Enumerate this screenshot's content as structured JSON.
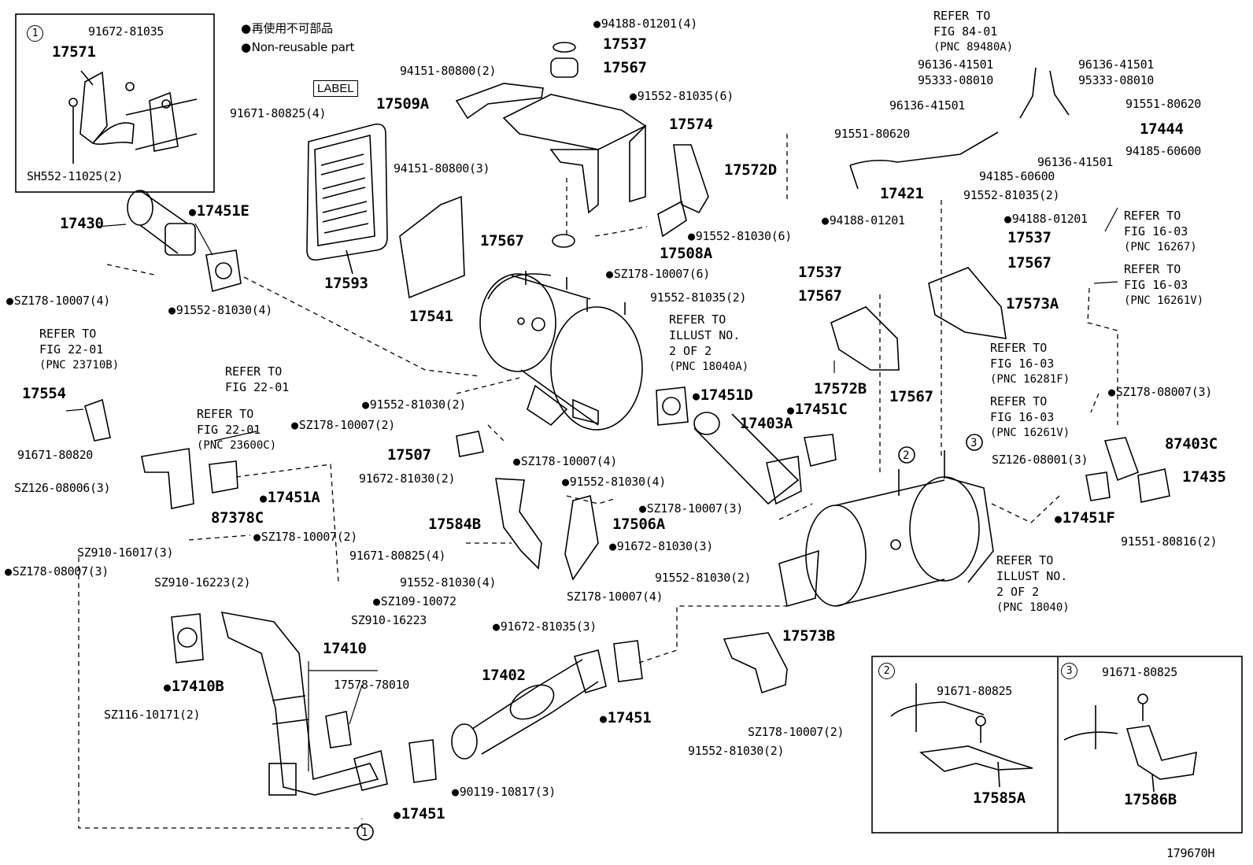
{
  "legend": {
    "jp": "再使用不可部品",
    "en": "Non-reusable part"
  },
  "footer_code": "179670H",
  "label_tag": "LABEL",
  "circle_markers": {
    "one": "1",
    "two": "2",
    "three": "3"
  },
  "labels": {
    "p91672_81035": "91672-81035",
    "p17571": "17571",
    "psh552": "SH552-11025(2)",
    "p94188_top": "94188-01201(4)",
    "p17537_top": "17537",
    "p17567_top": "17567",
    "p94151_2": "94151-80800(2)",
    "p17509A": "17509A",
    "p91552_81035_6": "91552-81035(6)",
    "p91671_80825_4": "91671-80825(4)",
    "p17574": "17574",
    "p17572D": "17572D",
    "p94151_3": "94151-80800(3)",
    "p17430": "17430",
    "p17451E": "17451E",
    "p17593": "17593",
    "p17567_mid": "17567",
    "p17508A": "17508A",
    "p91552_81030_6": "91552-81030(6)",
    "psz178_4": "SZ178-10007(4)",
    "p91552_81030_4a": "91552-81030(4)",
    "p17541": "17541",
    "psz178_6": "SZ178-10007(6)",
    "p17554": "17554",
    "p91671_80820": "91671-80820",
    "p91552_81030_2a": "91552-81030(2)",
    "psz178_2a": "SZ178-10007(2)",
    "p17451D": "17451D",
    "p17403A": "17403A",
    "p17451C": "17451C",
    "p17507": "17507",
    "psz178_4b": "SZ178-10007(4)",
    "p91672_81030_2": "91672-81030(2)",
    "p91552_81030_4b": "91552-81030(4)",
    "psz126_3": "SZ126-08006(3)",
    "p17451A": "17451A",
    "p87378C": "87378C",
    "p17584B": "17584B",
    "p17506A": "17506A",
    "psz178_3a": "SZ178-10007(3)",
    "psz910_3": "SZ910-16017(3)",
    "psz178_2b": "SZ178-10007(2)",
    "psz178_08007_3": "SZ178-08007(3)",
    "p91671_80825_4b": "91671-80825(4)",
    "p91672_81030_3": "91672-81030(3)",
    "p91552_81030_4c": "91552-81030(4)",
    "psz178_4c": "SZ178-10007(4)",
    "psz910_16223_2": "SZ910-16223(2)",
    "psz109": "SZ109-10072",
    "psz910_16223": "SZ910-16223",
    "p91552_81030_2b": "91552-81030(2)",
    "p17410": "17410",
    "p17578": "17578-78010",
    "p91672_81035_3": "91672-81035(3)",
    "p17402": "17402",
    "p17573B": "17573B",
    "p17410B": "17410B",
    "psz116": "SZ116-10171(2)",
    "p17451_a": "17451",
    "psz178_2c": "SZ178-10007(2)",
    "p91552_81030_2c": "91552-81030(2)",
    "p90119": "90119-10817(3)",
    "p17451_b": "17451",
    "p96136_a": "96136-41501",
    "p96136_b": "96136-41501",
    "p95333_a": "95333-08010",
    "p95333_b": "95333-08010",
    "p96136_c": "96136-41501",
    "p91551_80620_a": "91551-80620",
    "p91551_80620_b": "91551-80620",
    "p17444": "17444",
    "p94185_a": "94185-60600",
    "p96136_d": "96136-41501",
    "p94185_b": "94185-60600",
    "p17421": "17421",
    "p91552_81035_2a": "91552-81035(2)",
    "p94188_b": "94188-01201",
    "p94188_c": "94188-01201",
    "p17537_b": "17537",
    "p17537_c": "17537",
    "p17567_b": "17567",
    "p17567_c": "17567",
    "p91552_81035_2b": "91552-81035(2)",
    "p17573A": "17573A",
    "p17572B": "17572B",
    "p17567_d": "17567",
    "psz178_08007_3b": "SZ178-08007(3)",
    "p87403C": "87403C",
    "psz126_08001": "SZ126-08001(3)",
    "p17435": "17435",
    "p17451F": "17451F",
    "p91551_80816": "91551-80816(2)",
    "p91671_80825_i2": "91671-80825",
    "p91671_80825_i3": "91671-80825",
    "p17585A": "17585A",
    "p17586B": "17586B"
  },
  "refer_notes": {
    "fig84": [
      "REFER TO",
      "FIG 84-01",
      "(PNC 89480A)"
    ],
    "fig22a": [
      "REFER TO",
      "FIG 22-01",
      "(PNC 23710B)"
    ],
    "fig22b": [
      "REFER TO",
      "FIG 22-01"
    ],
    "fig22c": [
      "REFER TO",
      "FIG 22-01",
      "(PNC 23600C)"
    ],
    "illust_a": [
      "REFER TO",
      "ILLUST NO.",
      "2 OF 2",
      "(PNC 18040A)"
    ],
    "illust_b": [
      "REFER TO",
      "ILLUST NO.",
      "2 OF 2",
      "(PNC 18040)"
    ],
    "fig16a": [
      "REFER TO",
      "FIG 16-03",
      "(PNC 16267)"
    ],
    "fig16b": [
      "REFER TO",
      "FIG 16-03",
      "(PNC 16261V)"
    ],
    "fig16c": [
      "REFER TO",
      "FIG 16-03",
      "(PNC 16281F)"
    ],
    "fig16d": [
      "REFER TO",
      "FIG 16-03",
      "(PNC 16261V)"
    ]
  }
}
